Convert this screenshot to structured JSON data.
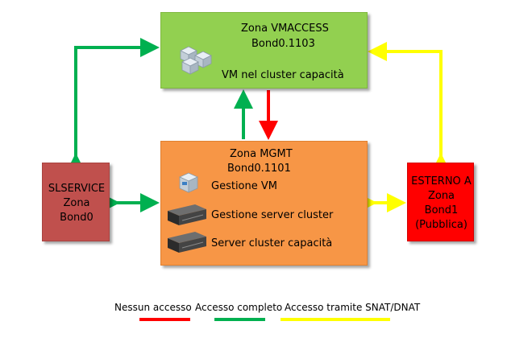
{
  "zones": {
    "vmaccess": {
      "title": "Zona VMACCESS",
      "bond": "Bond0.1103",
      "item": "VM nel cluster capacità",
      "color": "#92d050"
    },
    "mgmt": {
      "title": "Zona MGMT",
      "bond": "Bond0.1101",
      "items": [
        "Gestione VM",
        "Gestione server cluster",
        "Server cluster capacità"
      ],
      "color": "#f79646"
    },
    "slservice": {
      "lines": [
        "SLSERVICE",
        "Zona",
        "Bond0"
      ],
      "color": "#c0504d"
    },
    "esterno": {
      "lines": [
        "ESTERNO A",
        "Zona",
        "Bond1",
        "(Pubblica)"
      ],
      "color": "#ff0000"
    }
  },
  "legend": [
    {
      "label": "Nessun accesso",
      "color": "#ff0000"
    },
    {
      "label": "Accesso completo",
      "color": "#00b050"
    },
    {
      "label": "Accesso tramite SNAT/DNAT",
      "color": "#ffff00"
    }
  ],
  "icons": [
    "vm-cluster-icon",
    "vm-icon",
    "server-icon",
    "server-icon"
  ]
}
